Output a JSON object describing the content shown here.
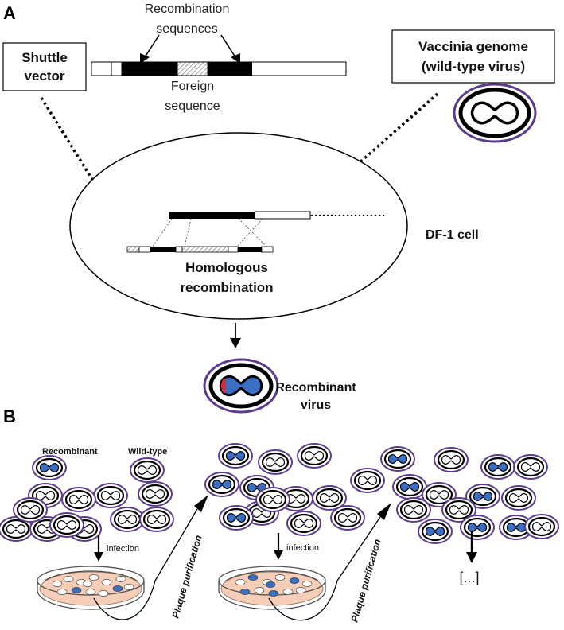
{
  "panel_a": {
    "letter": "A",
    "recombination_label_1": "Recombination",
    "recombination_label_2": "sequences",
    "foreign_label_1": "Foreign",
    "foreign_label_2": "sequence",
    "shuttle_label_1": "Shuttle",
    "shuttle_label_2": "vector",
    "vaccinia_label_1": "Vaccinia genome",
    "vaccinia_label_2": "(wild-type virus)",
    "cell_label": "DF-1 cell",
    "homologous_label_1": "Homologous",
    "homologous_label_2": "recombination",
    "recombinant_label_1": "Recombinant",
    "recombinant_label_2": "virus"
  },
  "panel_b": {
    "letter": "B",
    "recombinant_label": "Recombinant",
    "wildtype_label": "Wild-type",
    "infection_label_1": "infection",
    "infection_label_2": "infection",
    "plaque_label_1": "Plaque purification",
    "plaque_label_2": "Plaque purification",
    "ellipsis_label": "[...]"
  },
  "colors": {
    "virus_membrane": "#5b3c8c",
    "recombinant_core": "#3a6fc4",
    "insert_red": "#d8283c",
    "dish_medium": "#f6cdb7"
  }
}
